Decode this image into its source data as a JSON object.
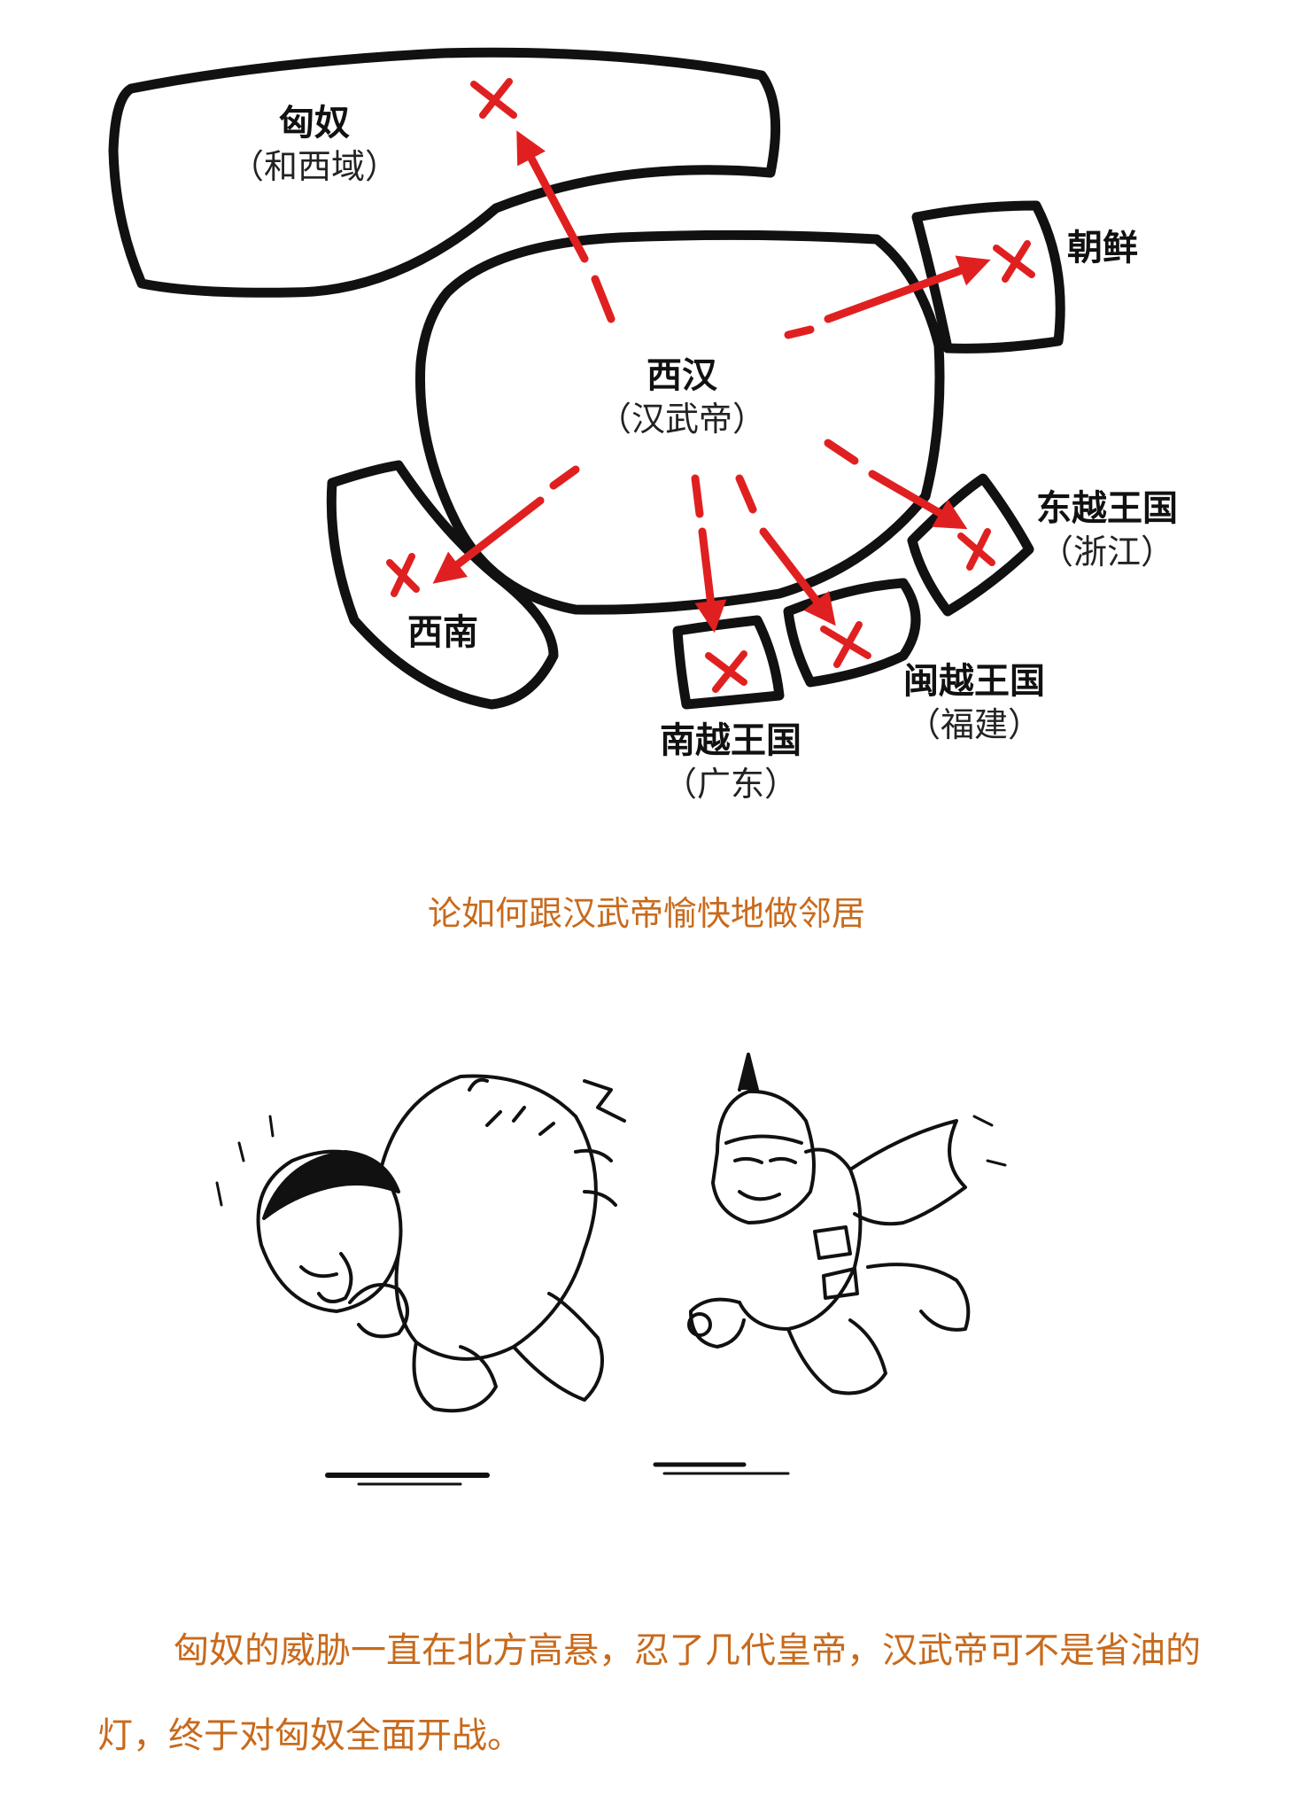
{
  "map": {
    "regions": [
      {
        "id": "xiongnu",
        "name": "匈奴",
        "sub": "（和西域）"
      },
      {
        "id": "xihan",
        "name": "西汉",
        "sub": "（汉武帝）"
      },
      {
        "id": "chaoxian",
        "name": "朝鲜",
        "sub": ""
      },
      {
        "id": "dongyue",
        "name": "东越王国",
        "sub": "（浙江）"
      },
      {
        "id": "minyue",
        "name": "闽越王国",
        "sub": "（福建）"
      },
      {
        "id": "nanyue",
        "name": "南越王国",
        "sub": "（广东）"
      },
      {
        "id": "xinan",
        "name": "西南",
        "sub": ""
      }
    ],
    "arrow_color": "#e02020",
    "outline_color": "#111111"
  },
  "caption": "论如何跟汉武帝愉快地做邻居",
  "body_text": "匈奴的威胁一直在北方高悬，忍了几代皇帝，汉武帝可不是省油的灯，终于对匈奴全面开战。",
  "accent_color": "#c86a1c"
}
